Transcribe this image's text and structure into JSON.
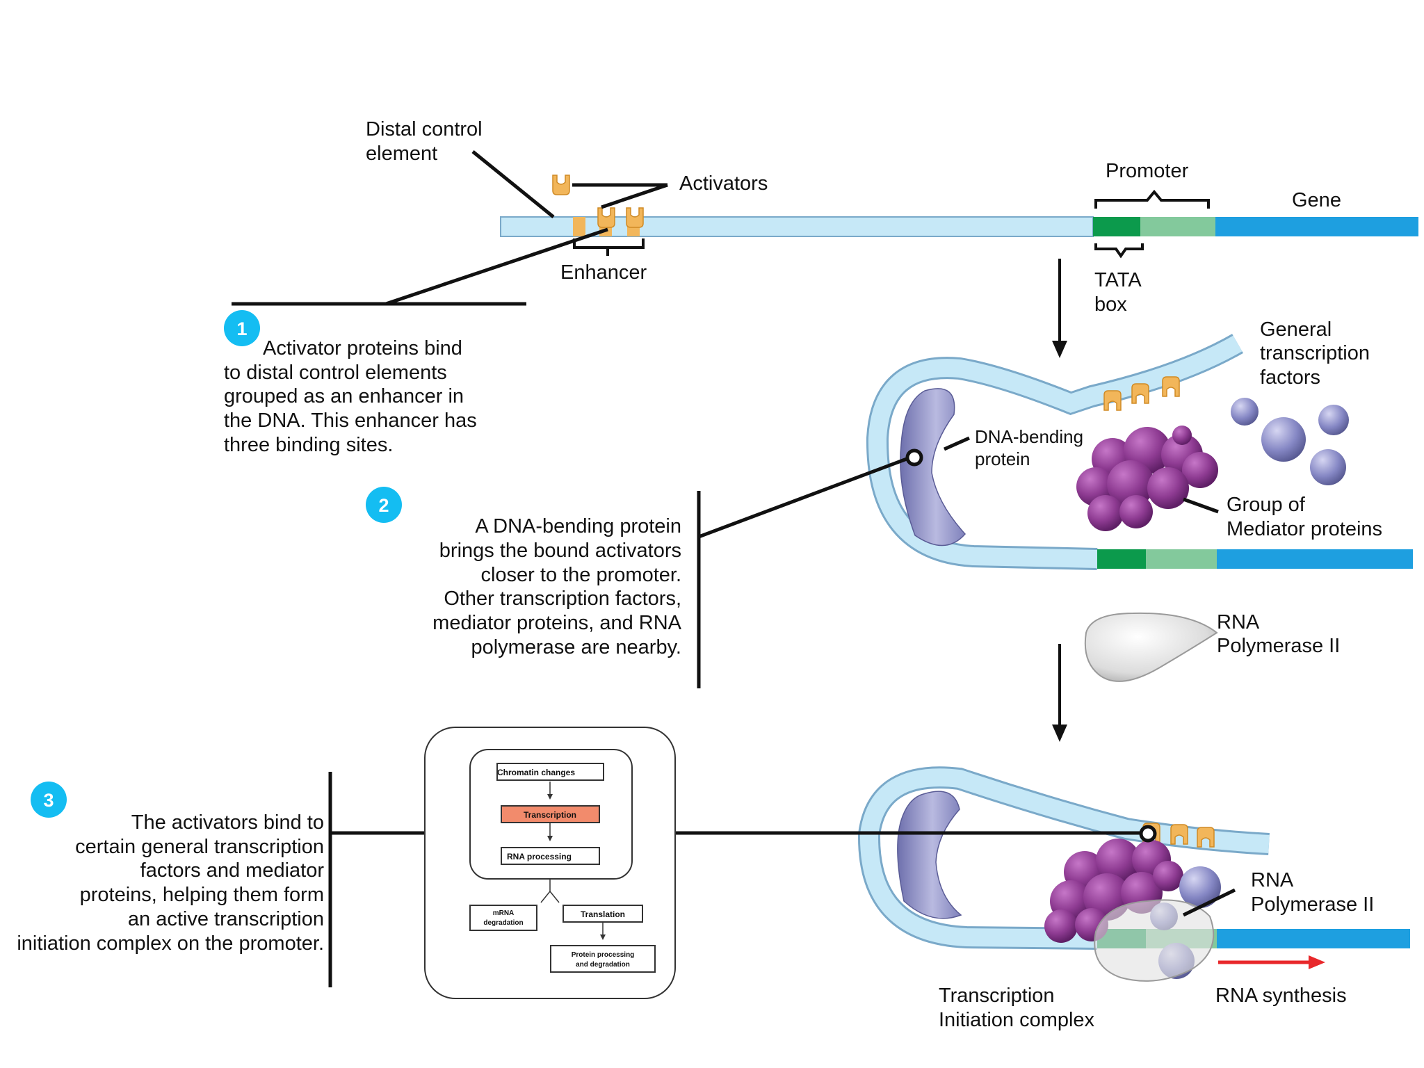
{
  "colors": {
    "dna_light": "#c6e8f7",
    "dna_outline": "#7aa9c9",
    "gene_blue": "#1e9fe0",
    "tata_green": "#0c9a4c",
    "promoter_green": "#83c99c",
    "activator_orange": "#f2b65a",
    "mediator_purple": "#8e3b92",
    "bending_protein": "#8d8ec4",
    "step_badge": "#14bdf2",
    "highlight_box": "#f28b6c",
    "rna_arrow": "#e8282b"
  },
  "labels": {
    "distal_control": [
      "Distal control",
      "element"
    ],
    "activators": "Activators",
    "promoter": "Promoter",
    "gene": "Gene",
    "enhancer": "Enhancer",
    "tata_box": [
      "TATA",
      "box"
    ],
    "general_tf": [
      "General",
      "transcription",
      "factors"
    ],
    "dna_bending": [
      "DNA-bending",
      "protein"
    ],
    "mediator_group": [
      "Group of",
      "Mediator proteins"
    ],
    "rna_pol_1": [
      "RNA",
      "Polymerase II"
    ],
    "rna_pol_2": [
      "RNA",
      "Polymerase II"
    ],
    "initiation_complex": [
      "Transcription",
      "Initiation complex"
    ],
    "rna_synthesis": "RNA synthesis"
  },
  "steps": [
    {
      "number": "1",
      "lines": [
        "Activator proteins bind",
        "to distal control elements",
        "grouped as an enhancer in",
        "the DNA. This enhancer has",
        "three binding sites."
      ]
    },
    {
      "number": "2",
      "lines": [
        "A DNA-bending protein",
        "brings the bound activators",
        "closer to the promoter.",
        "Other transcription factors,",
        "mediator proteins, and RNA",
        "polymerase are nearby."
      ]
    },
    {
      "number": "3",
      "lines": [
        "The activators bind to",
        "certain general transcription",
        "factors and mediator",
        "proteins, helping them form",
        "an active transcription",
        "initiation complex on the promoter."
      ]
    }
  ],
  "flowchart": {
    "chromatin": "Chromatin changes",
    "transcription": "Transcription",
    "rna_processing": "RNA processing",
    "mrna_degradation": [
      "mRNA",
      "degradation"
    ],
    "translation": "Translation",
    "protein_processing": [
      "Protein processing",
      "and degradation"
    ]
  }
}
